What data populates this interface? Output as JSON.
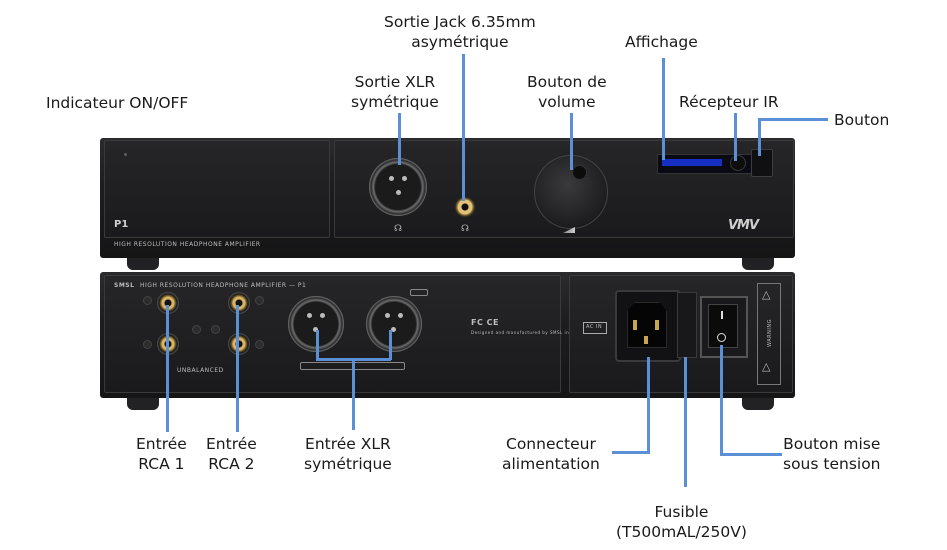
{
  "labels": {
    "indicateur": "Indicateur ON/OFF",
    "sortie_jack": "Sortie Jack 6.35mm\nasymétrique",
    "sortie_xlr": "Sortie XLR\nsymétrique",
    "bouton_volume": "Bouton de\nvolume",
    "affichage": "Affichage",
    "recepteur_ir": "Récepteur IR",
    "bouton": "Bouton",
    "entree_rca1": "Entrée\nRCA 1",
    "entree_rca2": "Entrée\nRCA 2",
    "entree_xlr": "Entrée XLR\nsymétrique",
    "connecteur": "Connecteur\nalimentation",
    "fusible": "Fusible\n(T500mAL/250V)",
    "bouton_mise": "Bouton mise\nsous tension"
  },
  "device": {
    "model": "P1",
    "front_caption": "HIGH RESOLUTION HEADPHONE AMPLIFIER",
    "rear_caption": "HIGH RESOLUTION HEADPHONE AMPLIFIER — P1",
    "brand": "SMSL",
    "logo": "VMV",
    "unbalanced": "UNBALANCED",
    "ac_in": "AC IN",
    "warning": "WARNING",
    "cert": "FC CE",
    "made_in": "Designed and manufactured by SMSL in China"
  },
  "colors": {
    "callout_line": "#5b8fd6",
    "display_blue": "#1c3dff",
    "gold": "#c9a55a"
  }
}
